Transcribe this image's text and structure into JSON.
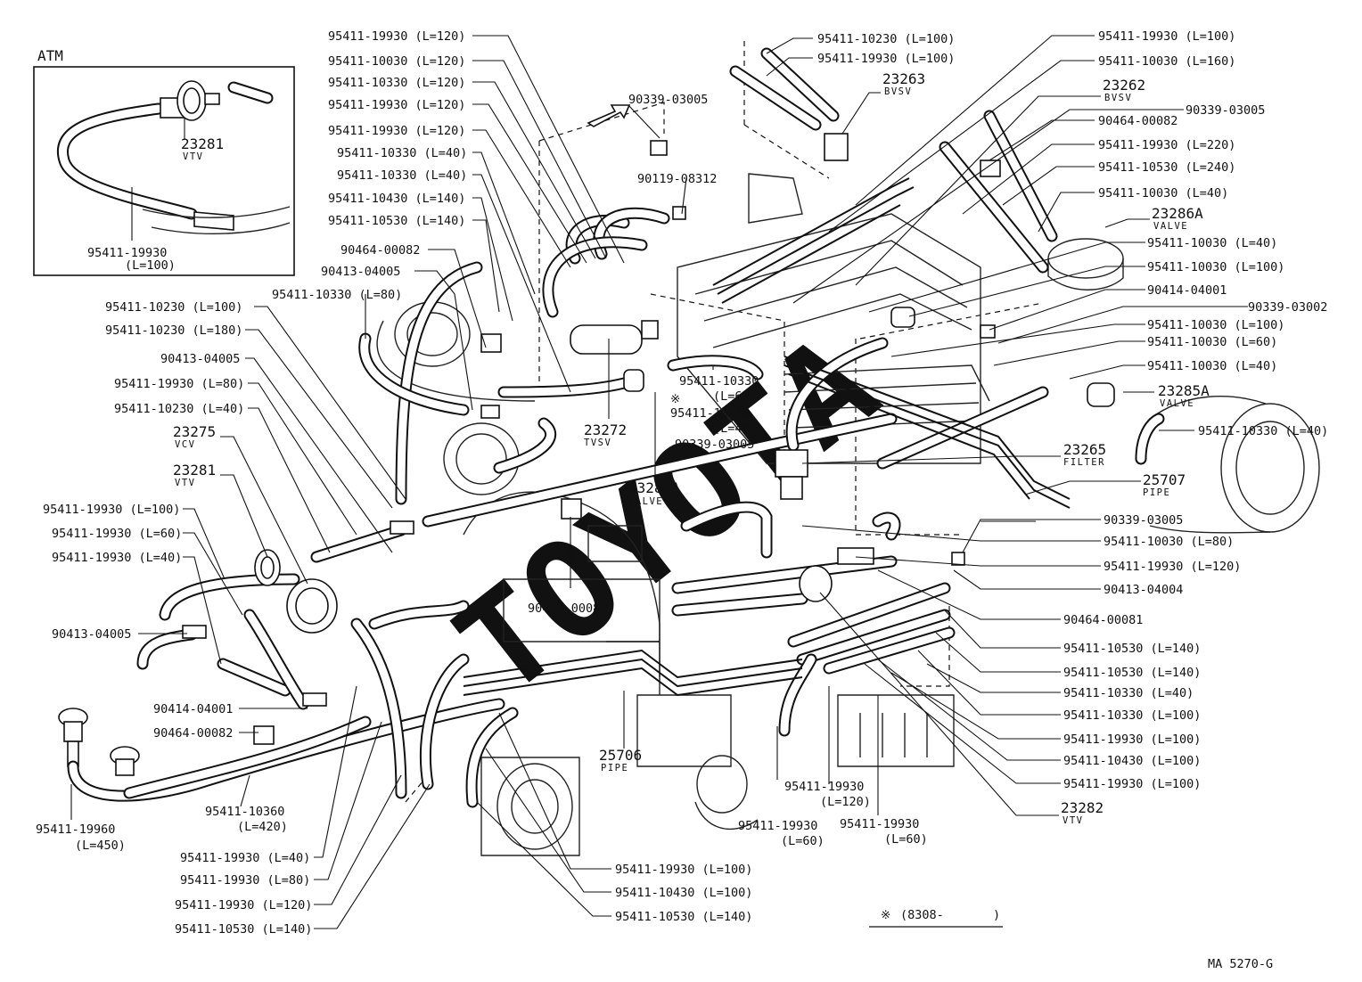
{
  "inset": {
    "title": "ATM",
    "vtv_number": "23281",
    "vtv_name": "VTV",
    "hose_number": "95411-19930",
    "hose_length": "(L=100)"
  },
  "labels": {
    "l01": "95411-19930 (L=120)",
    "l02": "95411-10030 (L=120)",
    "l03": "95411-10330 (L=120)",
    "l04": "95411-19930 (L=120)",
    "l05": "95411-19930 (L=120)",
    "l06": "95411-10330 (L=40)",
    "l07": "95411-10330 (L=40)",
    "l08": "95411-10430 (L=140)",
    "l09": "95411-10530 (L=140)",
    "l10": "90464-00082",
    "l11": "90413-04005",
    "l12": "95411-10330 (L=80)",
    "l13": "95411-10230 (L=100)",
    "l14": "95411-10230 (L=180)",
    "l15": "90413-04005",
    "l16": "95411-19930 (L=80)",
    "l17": "95411-10230 (L=40)",
    "l18": "23275",
    "l18s": "VCV",
    "l19": "23281",
    "l19s": "VTV",
    "l20": "95411-19930 (L=100)",
    "l21": "95411-19930 (L=60)",
    "l22": "95411-19930 (L=40)",
    "l23": "90413-04005",
    "l24": "90414-04001",
    "l25": "90464-00082",
    "l26a": "95411-19960",
    "l26b": "(L=450)",
    "l27a": "95411-10360",
    "l27b": "(L=420)",
    "l28": "95411-19930 (L=40)",
    "l29": "95411-19930 (L=80)",
    "l30": "95411-19930 (L=120)",
    "l31": "95411-10530 (L=140)",
    "l32": "90339-03005",
    "l33": "90119-08312",
    "l34": "23272",
    "l34s": "TVSV",
    "l35a": "95411-10330",
    "l35b": "(L=60)",
    "l36mark": "※",
    "l36a": "95411-10330",
    "l36b": "(L=40)",
    "l37": "23285A",
    "l37s": "VALVE",
    "l38": "90464-00082",
    "l39": "25706",
    "l39s": "PIPE",
    "l40a": "95411-19930",
    "l40b": "(L=60)",
    "l41a": "95411-19930",
    "l41b": "(L=120)",
    "l42a": "95411-19930",
    "l42b": "(L=60)",
    "l43": "95411-19930 (L=100)",
    "l44": "95411-10430 (L=100)",
    "l45": "95411-10530 (L=140)",
    "l46": "95411-10230 (L=100)",
    "l47": "95411-19930 (L=100)",
    "l48": "23263",
    "l48s": "BVSV",
    "l49": "95411-19930 (L=100)",
    "l50": "95411-10030 (L=160)",
    "l51": "23262",
    "l51s": "BVSV",
    "l52": "90339-03005",
    "l53": "90464-00082",
    "l54": "95411-19930 (L=220)",
    "l55": "95411-10530 (L=240)",
    "l56": "95411-10030 (L=40)",
    "l57": "23286A",
    "l57s": "VALVE",
    "l58": "95411-10030 (L=40)",
    "l59": "95411-10030 (L=100)",
    "l60": "90414-04001",
    "l61": "90339-03002",
    "l62": "95411-10030 (L=100)",
    "l63": "95411-10030 (L=60)",
    "l64": "95411-10030 (L=40)",
    "l65": "23285A",
    "l65s": "VALVE",
    "l66": "95411-10330 (L=40)",
    "l67": "23265",
    "l67s": "FILTER",
    "l68": "25707",
    "l68s": "PIPE",
    "l69": "90339-03005",
    "l70": "95411-10030 (L=80)",
    "l71": "95411-19930 (L=120)",
    "l72": "90413-04004",
    "l73": "90464-00081",
    "l74": "95411-10530 (L=140)",
    "l75": "95411-10530 (L=140)",
    "l76": "95411-10330 (L=40)",
    "l77": "95411-10330 (L=100)",
    "l78": "95411-19930 (L=100)",
    "l79": "95411-10430 (L=100)",
    "l80": "95411-19930 (L=100)",
    "l81": "23282",
    "l81s": "VTV",
    "l82": "90339-03005"
  },
  "footnote": {
    "mark": "※",
    "open": "(8308-",
    "close": ")"
  },
  "figure_code": "MA 5270-G",
  "watermark": "TOYOTA"
}
